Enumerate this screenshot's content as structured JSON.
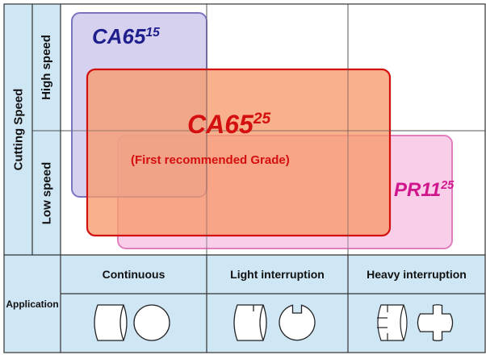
{
  "axis": {
    "cutting_speed": "Cutting Speed",
    "high_speed": "High speed",
    "low_speed": "Low speed",
    "application": "Application"
  },
  "columns": [
    "Continuous",
    "Light interruption",
    "Heavy interruption"
  ],
  "grades": [
    {
      "name": "CA65",
      "suffix": "15",
      "color": "#1e1e8c"
    },
    {
      "name": "CA65",
      "suffix": "25",
      "note": "(First recommended Grade)",
      "color": "#d40f0f"
    },
    {
      "name": "PR11",
      "suffix": "25",
      "color": "#d0168c"
    }
  ],
  "colors": {
    "header_bg": "#cfe6f5",
    "grid": "#333333",
    "ca6515_fill": "#c8c2ea",
    "ca6515_stroke": "#7a73c0",
    "ca6525_fill": "#f79a6b",
    "ca6525_stroke": "#d40f0f",
    "pr1125_fill": "#f8c5e4",
    "pr1125_stroke": "#e07fc0"
  },
  "icons": [
    "continuous-side-icon",
    "continuous-round-icon",
    "light-interruption-side-icon",
    "light-interruption-keyed-icon",
    "heavy-interruption-side-icon",
    "heavy-interruption-cross-icon"
  ]
}
